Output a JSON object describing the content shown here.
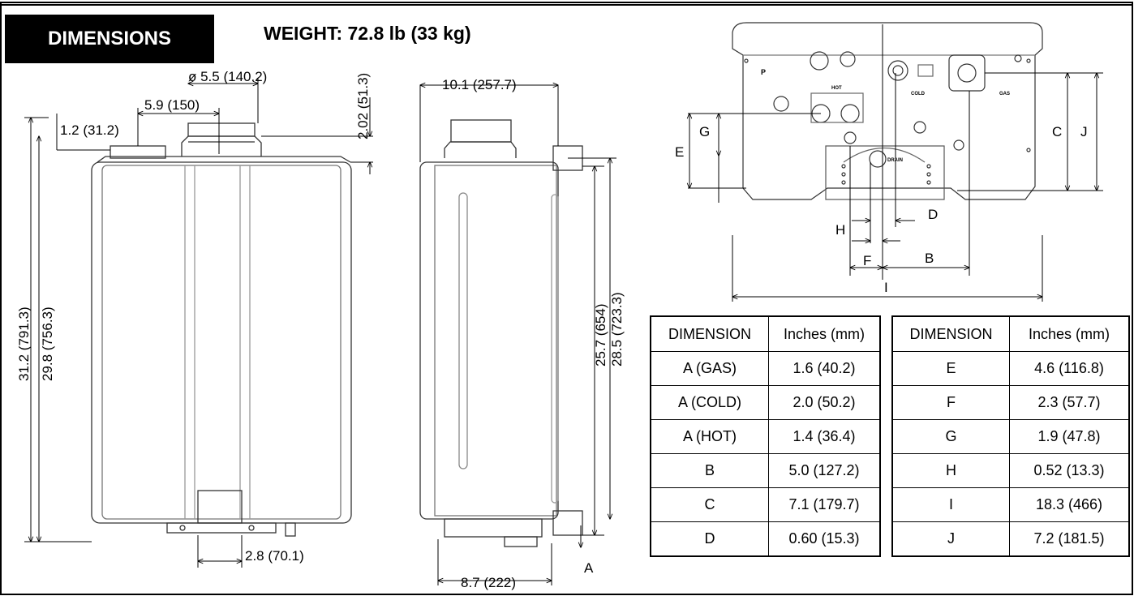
{
  "header": {
    "section_label": "DIMENSIONS",
    "weight": "WEIGHT: 72.8 lb (33 kg)"
  },
  "front_view": {
    "vent_diameter": "ø 5.5 (140.2)",
    "vent_offset": "5.9 (150)",
    "intake_height": "1.2 (31.2)",
    "collar_height": "2.02 (51.3)",
    "total_height": "31.2 (791.3)",
    "body_height": "29.8 (756.3)",
    "bottom_width": "2.8 (70.1)"
  },
  "side_view": {
    "depth_top": "10.1 (257.7)",
    "depth_bottom": "8.7 (222)",
    "bracket_height": "25.7 (654)",
    "case_height": "28.5 (723.3)",
    "point_a": "A"
  },
  "bottom_view": {
    "letters": {
      "c": "C",
      "j": "J",
      "g": "G",
      "e": "E",
      "d": "D",
      "h": "H",
      "f": "F",
      "b": "B",
      "i": "I"
    },
    "port_labels": {
      "p": "P",
      "hot": "HOT",
      "cold": "COLD",
      "gas": "GAS",
      "drain": "DRAIN"
    }
  },
  "tables": {
    "header_dimension": "DIMENSION",
    "header_units": "Inches (mm)",
    "left_rows": [
      {
        "dimension": "A (GAS)",
        "value": "1.6 (40.2)"
      },
      {
        "dimension": "A (COLD)",
        "value": "2.0 (50.2)"
      },
      {
        "dimension": "A (HOT)",
        "value": "1.4 (36.4)"
      },
      {
        "dimension": "B",
        "value": "5.0 (127.2)"
      },
      {
        "dimension": "C",
        "value": "7.1 (179.7)"
      },
      {
        "dimension": "D",
        "value": "0.60 (15.3)"
      }
    ],
    "right_rows": [
      {
        "dimension": "E",
        "value": "4.6 (116.8)"
      },
      {
        "dimension": "F",
        "value": "2.3 (57.7)"
      },
      {
        "dimension": "G",
        "value": "1.9 (47.8)"
      },
      {
        "dimension": "H",
        "value": "0.52 (13.3)"
      },
      {
        "dimension": "I",
        "value": "18.3 (466)"
      },
      {
        "dimension": "J",
        "value": "7.2 (181.5)"
      }
    ]
  }
}
